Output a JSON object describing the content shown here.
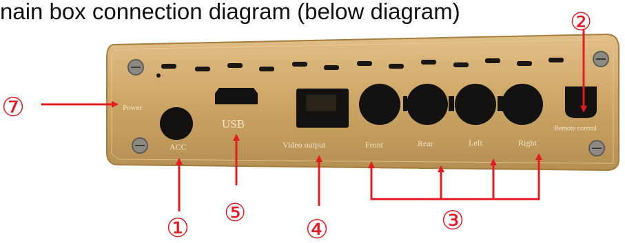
{
  "title": "nain box connection diagram (below diagram)",
  "panel_labels": {
    "power": "Power",
    "acc": "ACC",
    "usb": "USB",
    "video_output": "Video output",
    "front": "Front",
    "rear": "Rear",
    "left": "Left",
    "right": "Right",
    "remote_control": "Remote control"
  },
  "callouts": [
    "①",
    "②",
    "③",
    "④",
    "⑤",
    "⑦"
  ],
  "colors": {
    "arrow": "#e41b23",
    "panel_gold": "#cfa768",
    "panel_edge": "#a57d3d",
    "port_dark": "#141210",
    "engraved_text": "#f3e6c8"
  }
}
